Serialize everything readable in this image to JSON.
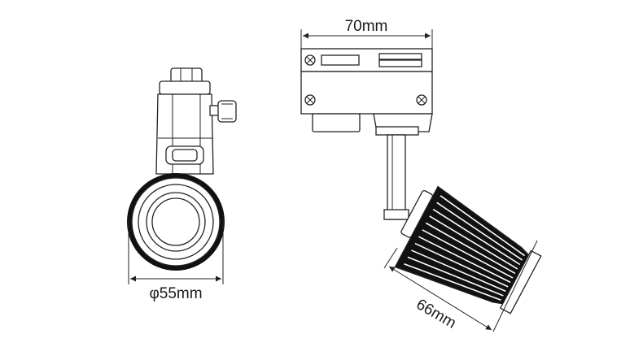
{
  "dimensions": {
    "track_width": "70mm",
    "head_diameter": "φ55mm",
    "head_length": "66mm"
  },
  "colors": {
    "line": "#222222",
    "background": "#ffffff"
  }
}
